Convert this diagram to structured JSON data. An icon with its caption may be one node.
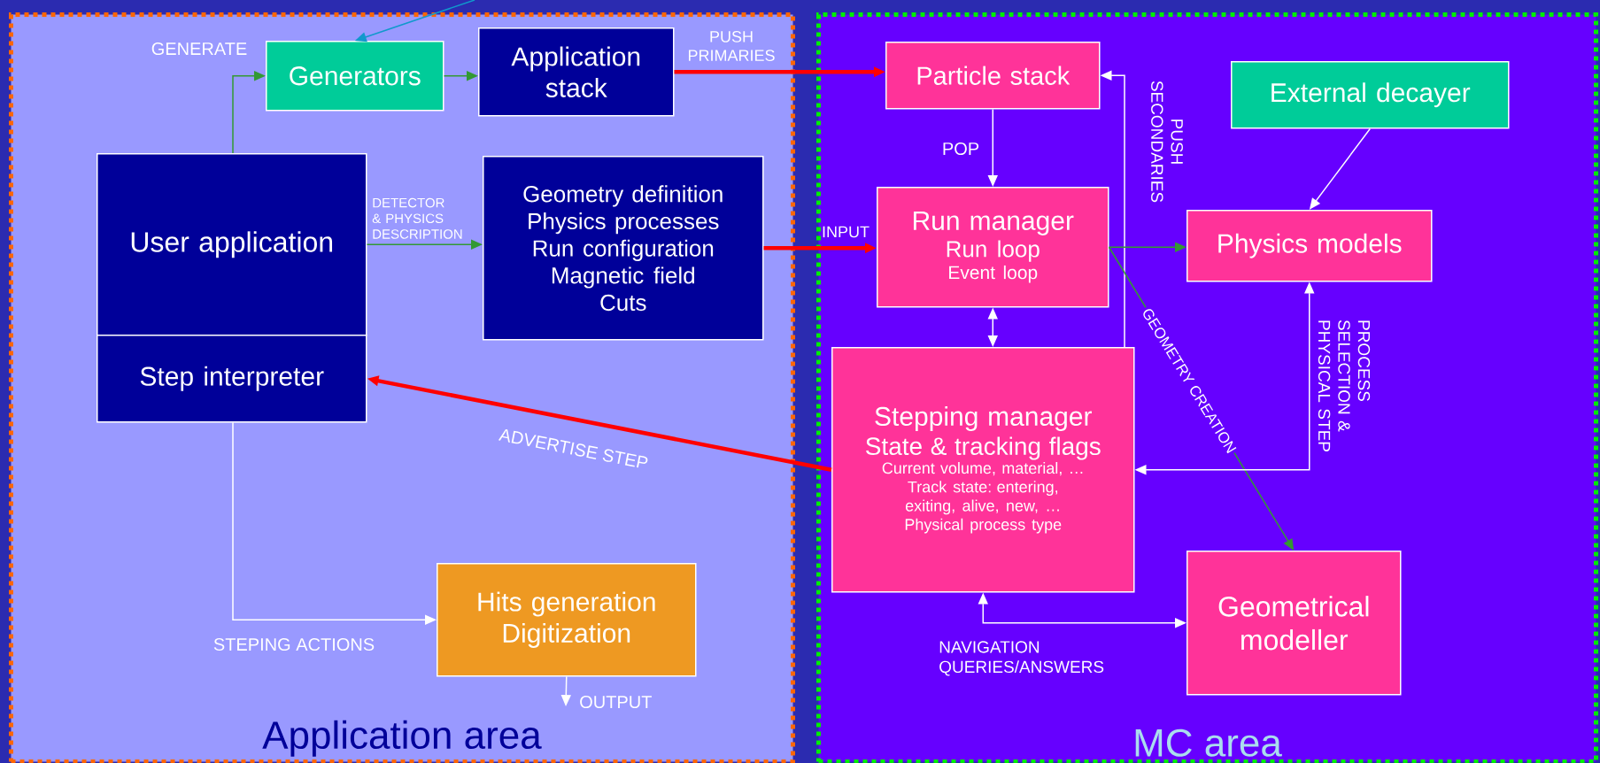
{
  "diagram": {
    "nodes": [
      {
        "text": [
          "Application area"
        ]
      },
      {
        "text": [
          "MC area"
        ]
      },
      {
        "text": [
          "Generators"
        ],
        "in": 0
      },
      {
        "text": [
          "Application stack"
        ],
        "in": 0
      },
      {
        "text": [
          "User application"
        ],
        "in": 0
      },
      {
        "text": [
          "Step interpreter"
        ],
        "in": 0
      },
      {
        "text": [
          "Geometry definition",
          "Physics processes",
          "Run configuration",
          "Magnetic field",
          "Cuts"
        ],
        "in": 0
      },
      {
        "text": [
          "Hits generation",
          "Digitization"
        ],
        "in": 0
      },
      {
        "text": [
          "Particle stack"
        ],
        "in": 1
      },
      {
        "text": [
          "External decayer"
        ],
        "in": 1
      },
      {
        "text": [
          "Run manager",
          "Run loop",
          "Event loop"
        ],
        "in": 1
      },
      {
        "text": [
          "Physics models"
        ],
        "in": 1
      },
      {
        "text": [
          "Stepping manager",
          "State & tracking flags",
          "Current volume, material, …",
          "Track state: entering, exiting, alive, new, …",
          "Physical process type"
        ],
        "in": 1
      },
      {
        "text": [
          "Geometrical modeller"
        ],
        "in": 1
      }
    ],
    "edges": [
      {
        "from": null,
        "to": 2,
        "arrow": "to",
        "color": "#1199cc"
      },
      {
        "from": 4,
        "to": 2,
        "arrow": "to",
        "label": "GENERATE",
        "color": "#339933"
      },
      {
        "from": 2,
        "to": 3,
        "arrow": "to",
        "color": "#339933"
      },
      {
        "from": 3,
        "to": 8,
        "arrow": "to",
        "label": "PUSH PRIMARIES",
        "style": "thick",
        "color": "#ff0000"
      },
      {
        "from": 4,
        "to": 6,
        "arrow": "to",
        "label": "DETECTOR & PHYSICS DESCRIPTION",
        "color": "#339933"
      },
      {
        "from": 6,
        "to": 10,
        "arrow": "to",
        "label": "INPUT",
        "style": "thick",
        "color": "#ff0000"
      },
      {
        "from": 8,
        "to": 10,
        "arrow": "to",
        "label": "POP"
      },
      {
        "from": 12,
        "to": 8,
        "arrow": "to",
        "label": "PUSH SECONDARIES"
      },
      {
        "from": 10,
        "to": 12,
        "arrow": "both"
      },
      {
        "from": 10,
        "to": 11,
        "arrow": "to",
        "color": "#339933"
      },
      {
        "from": 10,
        "to": 13,
        "arrow": "to",
        "label": "GEOMETRY CREATION",
        "color": "#339933"
      },
      {
        "from": 11,
        "to": 12,
        "arrow": "both",
        "label": "PROCESS SELECTION & PHYSICAL STEP"
      },
      {
        "from": 9,
        "to": 11,
        "arrow": "to"
      },
      {
        "from": 12,
        "to": 5,
        "arrow": "to",
        "label": "ADVERTISE STEP",
        "style": "thick",
        "color": "#ff0000"
      },
      {
        "from": 5,
        "to": 7,
        "arrow": "to",
        "label": "STEPING ACTIONS"
      },
      {
        "from": 7,
        "to": null,
        "arrow": "to",
        "label": "OUTPUT"
      },
      {
        "from": 12,
        "to": 13,
        "arrow": "both",
        "label": "NAVIGATION QUERIES/ANSWERS"
      }
    ]
  }
}
